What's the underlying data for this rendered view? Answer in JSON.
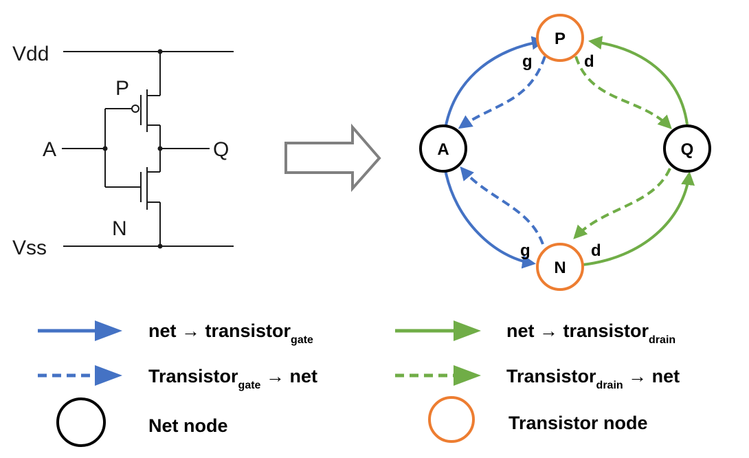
{
  "colors": {
    "gate": "#4472C4",
    "drain": "#70AD47",
    "net_node": "#000000",
    "transistor_node": "#ED7D31",
    "wire": "#1a1a1a",
    "arrow_outline": "#808080"
  },
  "schematic": {
    "vdd": "Vdd",
    "vss": "Vss",
    "input": "A",
    "output": "Q",
    "pmos": "P",
    "nmos": "N"
  },
  "graph": {
    "nodes": {
      "A": "A",
      "P": "P",
      "Q": "Q",
      "N": "N"
    },
    "terminals": {
      "p_gate": "g",
      "p_drain": "d",
      "n_gate": "g",
      "n_drain": "d"
    }
  },
  "legend": {
    "gate_solid": {
      "pre": "net → transistor",
      "sub": "gate",
      "post": ""
    },
    "drain_solid": {
      "pre": "net → transistor",
      "sub": "drain",
      "post": ""
    },
    "gate_dashed": {
      "pre": "Transistor",
      "sub": "gate",
      "post": " → net"
    },
    "drain_dashed": {
      "pre": "Transistor",
      "sub": "drain",
      "post": " → net"
    },
    "net_node": "Net node",
    "transistor_node": "Transistor node"
  }
}
